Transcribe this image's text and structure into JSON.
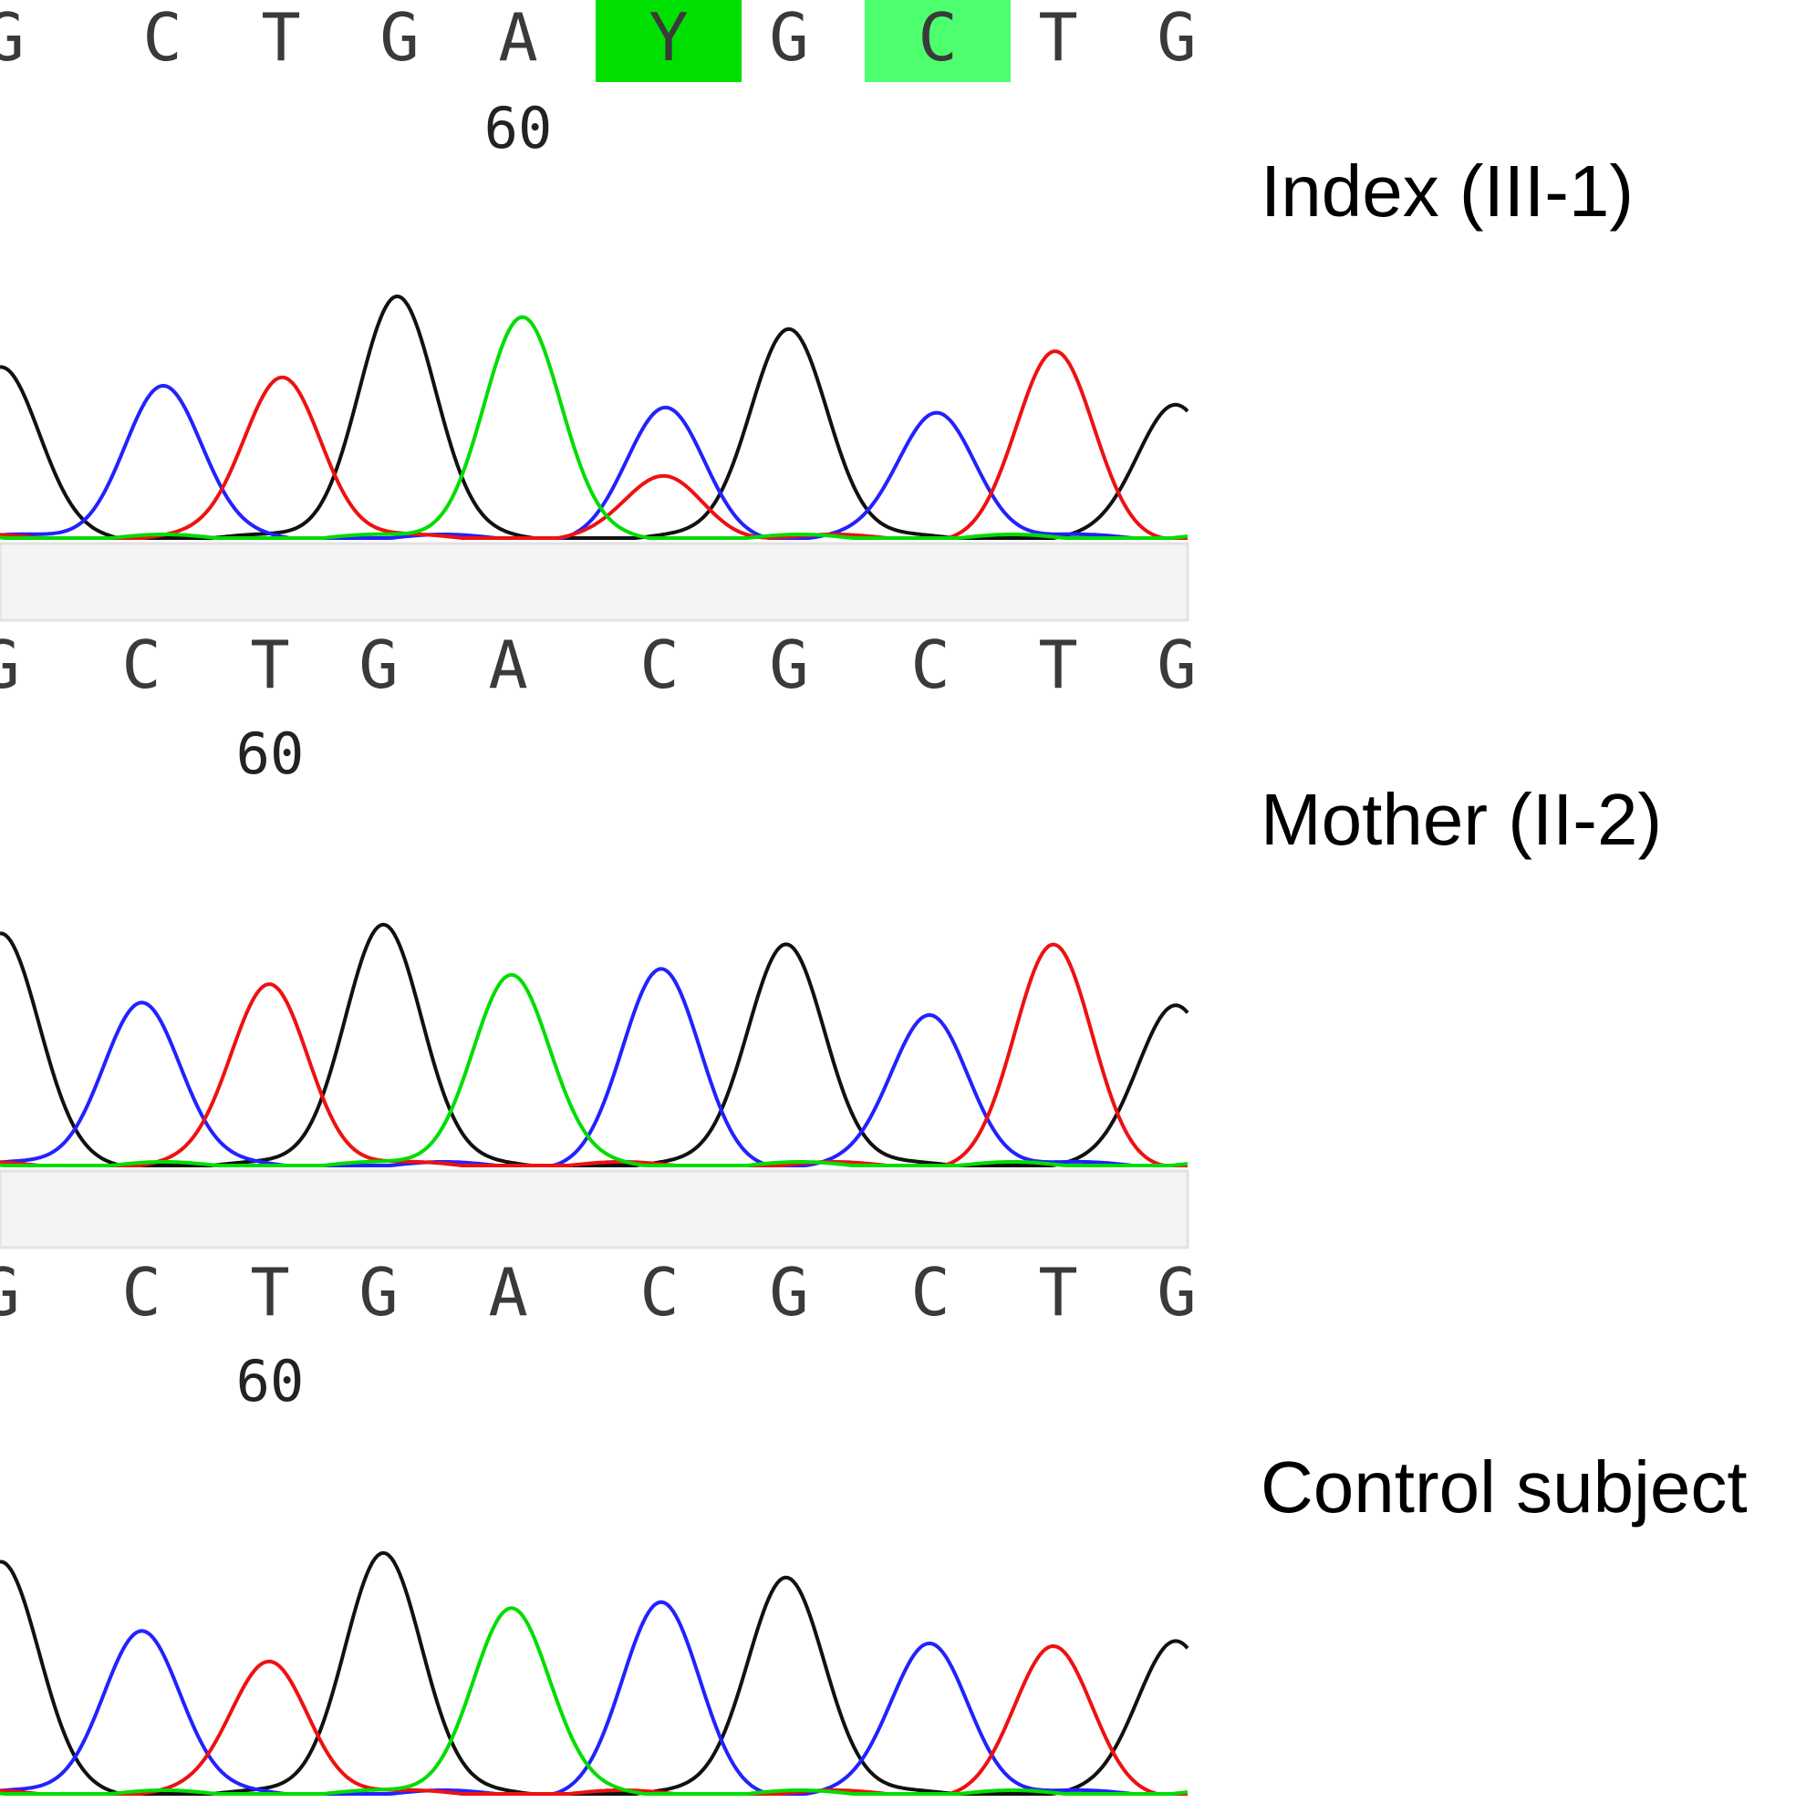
{
  "colors": {
    "A": "#00dd00",
    "C": "#2222ff",
    "G": "#111111",
    "T": "#ee1111",
    "Y": "#ee1111",
    "highlight_strong": "#00e000",
    "highlight_light": "#4dff6e",
    "band": "#f4f4f4"
  },
  "chart_data": [
    {
      "type": "line",
      "sample": "Index (III-1)",
      "bases": [
        "G",
        "C",
        "T",
        "G",
        "A",
        "Y",
        "G",
        "C",
        "T",
        "G"
      ],
      "position_label": "60",
      "highlights": [
        {
          "base": 5,
          "style": "strong"
        },
        {
          "base": 7,
          "style": "light"
        }
      ],
      "peaks": [
        {
          "base": "G",
          "x": 0.0,
          "h": 0.7
        },
        {
          "base": "C",
          "x": 1.0,
          "h": 0.63
        },
        {
          "base": "T",
          "x": 2.0,
          "h": 0.67
        },
        {
          "base": "G",
          "x": 3.0,
          "h": 1.0
        },
        {
          "base": "A",
          "x": 4.0,
          "h": 0.91
        },
        {
          "base": "C",
          "x": 5.0,
          "h": 0.52
        },
        {
          "base": "T",
          "x": 5.0,
          "h": 0.25
        },
        {
          "base": "G",
          "x": 6.0,
          "h": 0.87
        },
        {
          "base": "C",
          "x": 7.0,
          "h": 0.52
        },
        {
          "base": "T",
          "x": 8.0,
          "h": 0.75
        },
        {
          "base": "G",
          "x": 9.0,
          "h": 0.55
        }
      ]
    },
    {
      "type": "line",
      "sample": "Mother (II-2)",
      "bases": [
        "G",
        "C",
        "T",
        "G",
        "A",
        "C",
        "G",
        "C",
        "T",
        "G"
      ],
      "position_label": "60",
      "highlights": [],
      "peaks": [
        {
          "base": "G",
          "x": 0.0,
          "h": 0.95
        },
        {
          "base": "C",
          "x": 1.0,
          "h": 0.68
        },
        {
          "base": "T",
          "x": 2.0,
          "h": 0.75
        },
        {
          "base": "G",
          "x": 3.0,
          "h": 1.0
        },
        {
          "base": "A",
          "x": 4.0,
          "h": 0.79
        },
        {
          "base": "C",
          "x": 5.0,
          "h": 0.79
        },
        {
          "base": "G",
          "x": 6.0,
          "h": 0.92
        },
        {
          "base": "C",
          "x": 7.0,
          "h": 0.62
        },
        {
          "base": "T",
          "x": 8.0,
          "h": 0.89
        },
        {
          "base": "G",
          "x": 9.0,
          "h": 0.66
        }
      ]
    },
    {
      "type": "line",
      "sample": "Control subject",
      "bases": [
        "G",
        "C",
        "T",
        "G",
        "A",
        "C",
        "G",
        "C",
        "T",
        "G"
      ],
      "position_label": "60",
      "highlights": [],
      "peaks": [
        {
          "base": "G",
          "x": 0.0,
          "h": 0.95
        },
        {
          "base": "C",
          "x": 1.0,
          "h": 0.68
        },
        {
          "base": "T",
          "x": 2.0,
          "h": 0.55
        },
        {
          "base": "G",
          "x": 3.0,
          "h": 1.0
        },
        {
          "base": "A",
          "x": 4.0,
          "h": 0.77
        },
        {
          "base": "C",
          "x": 5.0,
          "h": 0.77
        },
        {
          "base": "G",
          "x": 6.0,
          "h": 0.9
        },
        {
          "base": "C",
          "x": 7.0,
          "h": 0.62
        },
        {
          "base": "T",
          "x": 8.0,
          "h": 0.59
        },
        {
          "base": "G",
          "x": 9.0,
          "h": 0.63
        }
      ]
    }
  ]
}
